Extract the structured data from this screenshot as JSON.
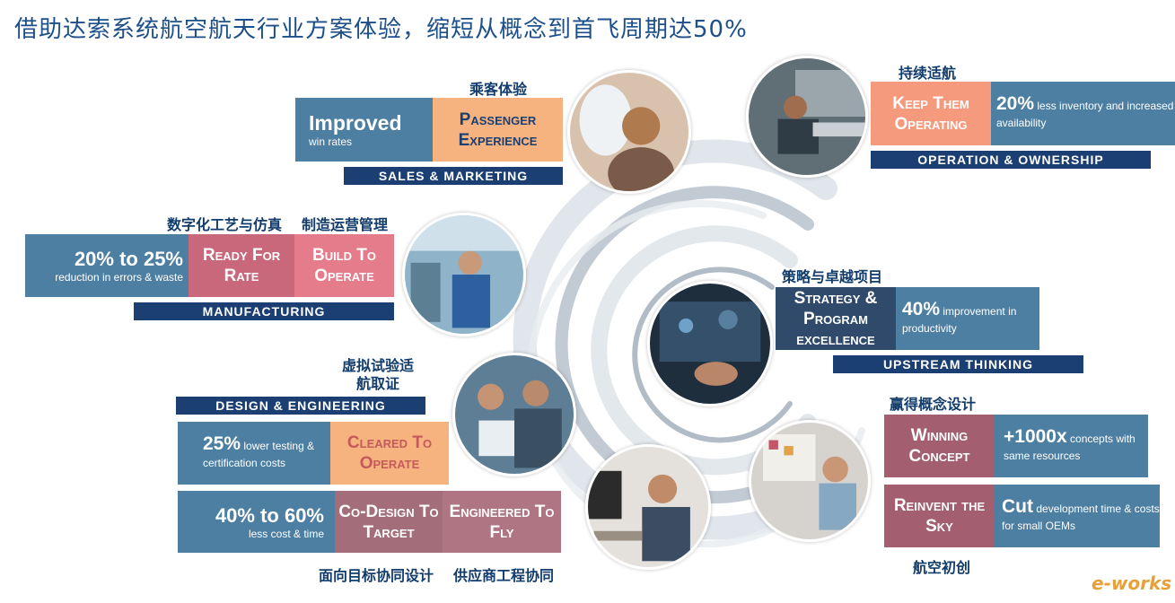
{
  "title": "借助达索系统航空航天行业方案体验，缩短从概念到首飞周期达50%",
  "zh_labels": {
    "passenger": "乘客体验",
    "sustain": "持续适航",
    "digital_process": "数字化工艺与仿真",
    "mfg_ops": "制造运营管理",
    "strategy": "策略与卓越项目",
    "virtual_test": "虚拟试验适航取证",
    "winning": "赢得概念设计",
    "target_design": "面向目标协同设计",
    "supplier": "供应商工程协同",
    "first_flight": "航空初创"
  },
  "bars": {
    "sales": "SALES & MARKETING",
    "operation": "OPERATION & OWNERSHIP",
    "manufacturing": "MANUFACTURING",
    "upstream": "UPSTREAM THINKING",
    "design": "DESIGN & ENGINEERING"
  },
  "sales": {
    "improved": "Improved",
    "win_rates": "win rates",
    "passenger": "Passenger Experience"
  },
  "operation": {
    "keep": "Keep Them Operating",
    "stat": "20%",
    "stat_text": "less inventory and increased availability"
  },
  "manufacturing": {
    "stat": "20% to 25%",
    "stat_text": "reduction in errors & waste",
    "ready": "Ready For Rate",
    "build": "Build To Operate"
  },
  "upstream": {
    "strategy": "Strategy & Program excellence",
    "stat": "40%",
    "stat_text": "improvement in productivity"
  },
  "design": {
    "stat1": "25%",
    "stat1_text": "lower testing & certification costs",
    "cleared": "Cleared To Operate",
    "stat2": "40% to 60%",
    "stat2_text": "less cost & time",
    "codesign": "Co-Design To Target",
    "engineered": "Engineered To Fly"
  },
  "concept": {
    "winning": "Winning Concept",
    "stat": "+1000x",
    "stat_text": "concepts with same resources",
    "reinvent": "Reinvent the Sky",
    "cut": "Cut",
    "cut_text": "development time & costs for small OEMs"
  },
  "watermark": "e-works",
  "colors": {
    "navy": "#1b3f73",
    "blue": "#4d7fa3",
    "peach": "#f7b37f",
    "pink": "#da6b7c",
    "mauve": "#a9676f",
    "dark": "#2f4a6b"
  }
}
